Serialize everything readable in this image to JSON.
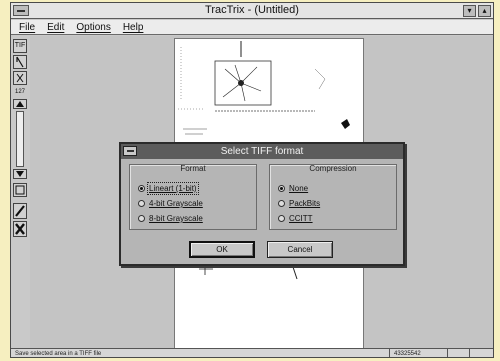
{
  "window": {
    "title": "TracTrix - (Untitled)"
  },
  "menubar": {
    "items": [
      "File",
      "Edit",
      "Options",
      "Help"
    ]
  },
  "toolbar": {
    "tiff_label": "TIF",
    "zoom_value": "127"
  },
  "dialog": {
    "title": "Select TIFF format",
    "format_group": {
      "label": "Format",
      "options": [
        {
          "label": "Lineart (1-bit)",
          "selected": true
        },
        {
          "label": "4-bit Grayscale",
          "selected": false
        },
        {
          "label": "8-bit Grayscale",
          "selected": false
        }
      ]
    },
    "compression_group": {
      "label": "Compression",
      "options": [
        {
          "label": "None",
          "selected": true
        },
        {
          "label": "PackBits",
          "selected": false
        },
        {
          "label": "CCITT",
          "selected": false
        }
      ]
    },
    "ok_label": "OK",
    "cancel_label": "Cancel"
  },
  "statusbar": {
    "message": "Save selected area in a TIFF file",
    "value": "43325542"
  },
  "colors": {
    "dialog_title_bg": "#5c5c5c",
    "page_background": "#f6efc0"
  }
}
